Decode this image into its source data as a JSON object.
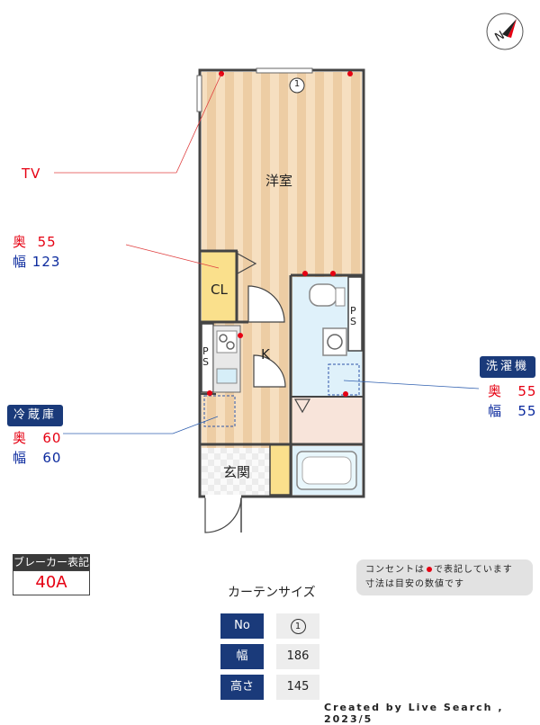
{
  "compass": {
    "letter": "N"
  },
  "rooms": {
    "western": "洋室",
    "closet": "CL",
    "kitchen": "K",
    "entrance": "玄関",
    "ps_left": "PS",
    "ps_right": "PS",
    "window_no": "1"
  },
  "tv": {
    "label": "TV"
  },
  "cl_dims": {
    "depth_label": "奥",
    "depth_value": "55",
    "width_label": "幅",
    "width_value": "123"
  },
  "fridge": {
    "title": "冷蔵庫",
    "depth_label": "奥",
    "depth_value": "60",
    "width_label": "幅",
    "width_value": "60"
  },
  "washer": {
    "title": "洗濯機",
    "depth_label": "奥",
    "depth_value": "55",
    "width_label": "幅",
    "width_value": "55"
  },
  "breaker": {
    "title": "ブレーカー表記",
    "value": "40A"
  },
  "note": {
    "line1_a": "コンセントは",
    "line1_b": "で表記しています",
    "line2": "寸法は目安の数値です"
  },
  "curtain": {
    "title": "カーテンサイズ",
    "rows": [
      {
        "label": "No",
        "value": "1"
      },
      {
        "label": "幅",
        "value": "186"
      },
      {
        "label": "高さ",
        "value": "145"
      }
    ]
  },
  "credit": "Created by Live Search , 2023/5",
  "colors": {
    "outlet": "#e60012",
    "navy": "#1a3a7a",
    "floor": "#f4d9b4",
    "bath": "#dff1fa"
  }
}
